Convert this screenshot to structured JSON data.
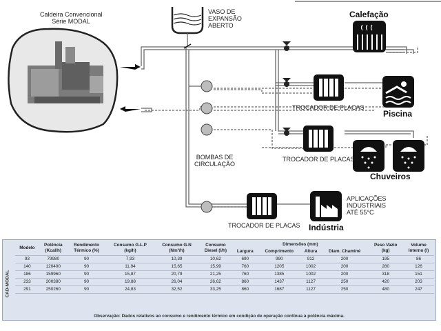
{
  "diagram": {
    "boiler_title_line1": "Caldeira Convencional",
    "boiler_title_line2": "Série MODAL",
    "expansion_line1": "VASO DE",
    "expansion_line2": "EXPANSÃO",
    "expansion_line3": "ABERTO",
    "heating_label": "Calefação",
    "exchanger_label_1": "TROCADOR DE PLACAS",
    "pool_label": "Piscina",
    "exchanger_label_2": "TROCADOR DE PLACAS",
    "showers_label": "Chuveiros",
    "pumps_line1": "BOMBAS DE",
    "pumps_line2": "CIRCULAÇÃO",
    "exchanger_label_3": "TROCADOR DE PLACAS",
    "industrial_line1": "APLICAÇÕES",
    "industrial_line2": "INDUSTRIAIS",
    "industrial_line3": "ATÉ 55°C",
    "industry_label": "Indústria"
  },
  "table": {
    "side_label": "CAD-MODAL",
    "headers": {
      "modelo": "Modelo",
      "potencia_1": "Potência",
      "potencia_2": "(Kcal/h)",
      "rendimento_1": "Rendimento",
      "rendimento_2": "Térmico (%)",
      "glp_1": "Consumo G.L.P",
      "glp_2": "(kg/h)",
      "gn_1": "Consumo G.N",
      "gn_2": "(Nm³/h)",
      "diesel_1": "Consumo",
      "diesel_2": "Diesel (l/h)",
      "dimensoes": "Dimensões (mm)",
      "largura": "Largura",
      "comprimento": "Comprimento",
      "altura": "Altura",
      "diam": "Diam. Chaminé",
      "peso_1": "Peso Vazio",
      "peso_2": "(kg)",
      "volume_1": "Volume",
      "volume_2": "Interno (l)"
    },
    "rows": [
      [
        "93",
        "79980",
        "90",
        "7,93",
        "10,39",
        "10,62",
        "690",
        "990",
        "912",
        "200",
        "195",
        "86"
      ],
      [
        "140",
        "120400",
        "90",
        "11,94",
        "15,65",
        "15,99",
        "760",
        "1205",
        "1002",
        "200",
        "280",
        "126"
      ],
      [
        "186",
        "159960",
        "90",
        "15,87",
        "20,79",
        "21,25",
        "760",
        "1385",
        "1002",
        "200",
        "318",
        "151"
      ],
      [
        "233",
        "200380",
        "90",
        "19,88",
        "26,04",
        "26,62",
        "860",
        "1437",
        "1127",
        "250",
        "420",
        "203"
      ],
      [
        "291",
        "250260",
        "90",
        "24,83",
        "32,52",
        "33,25",
        "860",
        "1687",
        "1127",
        "250",
        "480",
        "247"
      ]
    ],
    "note": "Observação: Dados relativos ao consumo e rendimento térmico em condição de operação contínua à potência máxima."
  }
}
